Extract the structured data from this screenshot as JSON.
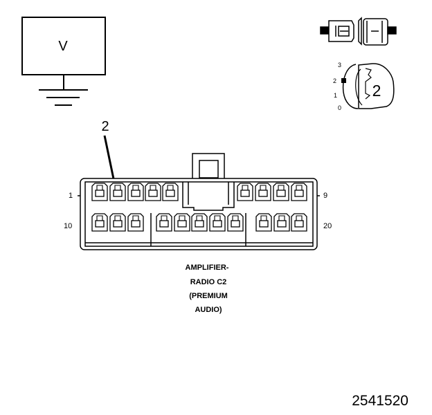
{
  "meter": {
    "symbol": "V"
  },
  "ignition": {
    "positions": [
      "3",
      "2",
      "1",
      "0"
    ],
    "selected": "2"
  },
  "connector": {
    "callout_pin": "2",
    "pin_labels": {
      "top_left": "1",
      "top_right": "9",
      "bottom_left": "10",
      "bottom_right": "20"
    },
    "caption": [
      "AMPLIFIER-",
      "RADIO C2",
      "(PREMIUM",
      "AUDIO)"
    ]
  },
  "figure_number": "2541520",
  "colors": {
    "ink": "#000000",
    "paper": "#ffffff"
  }
}
